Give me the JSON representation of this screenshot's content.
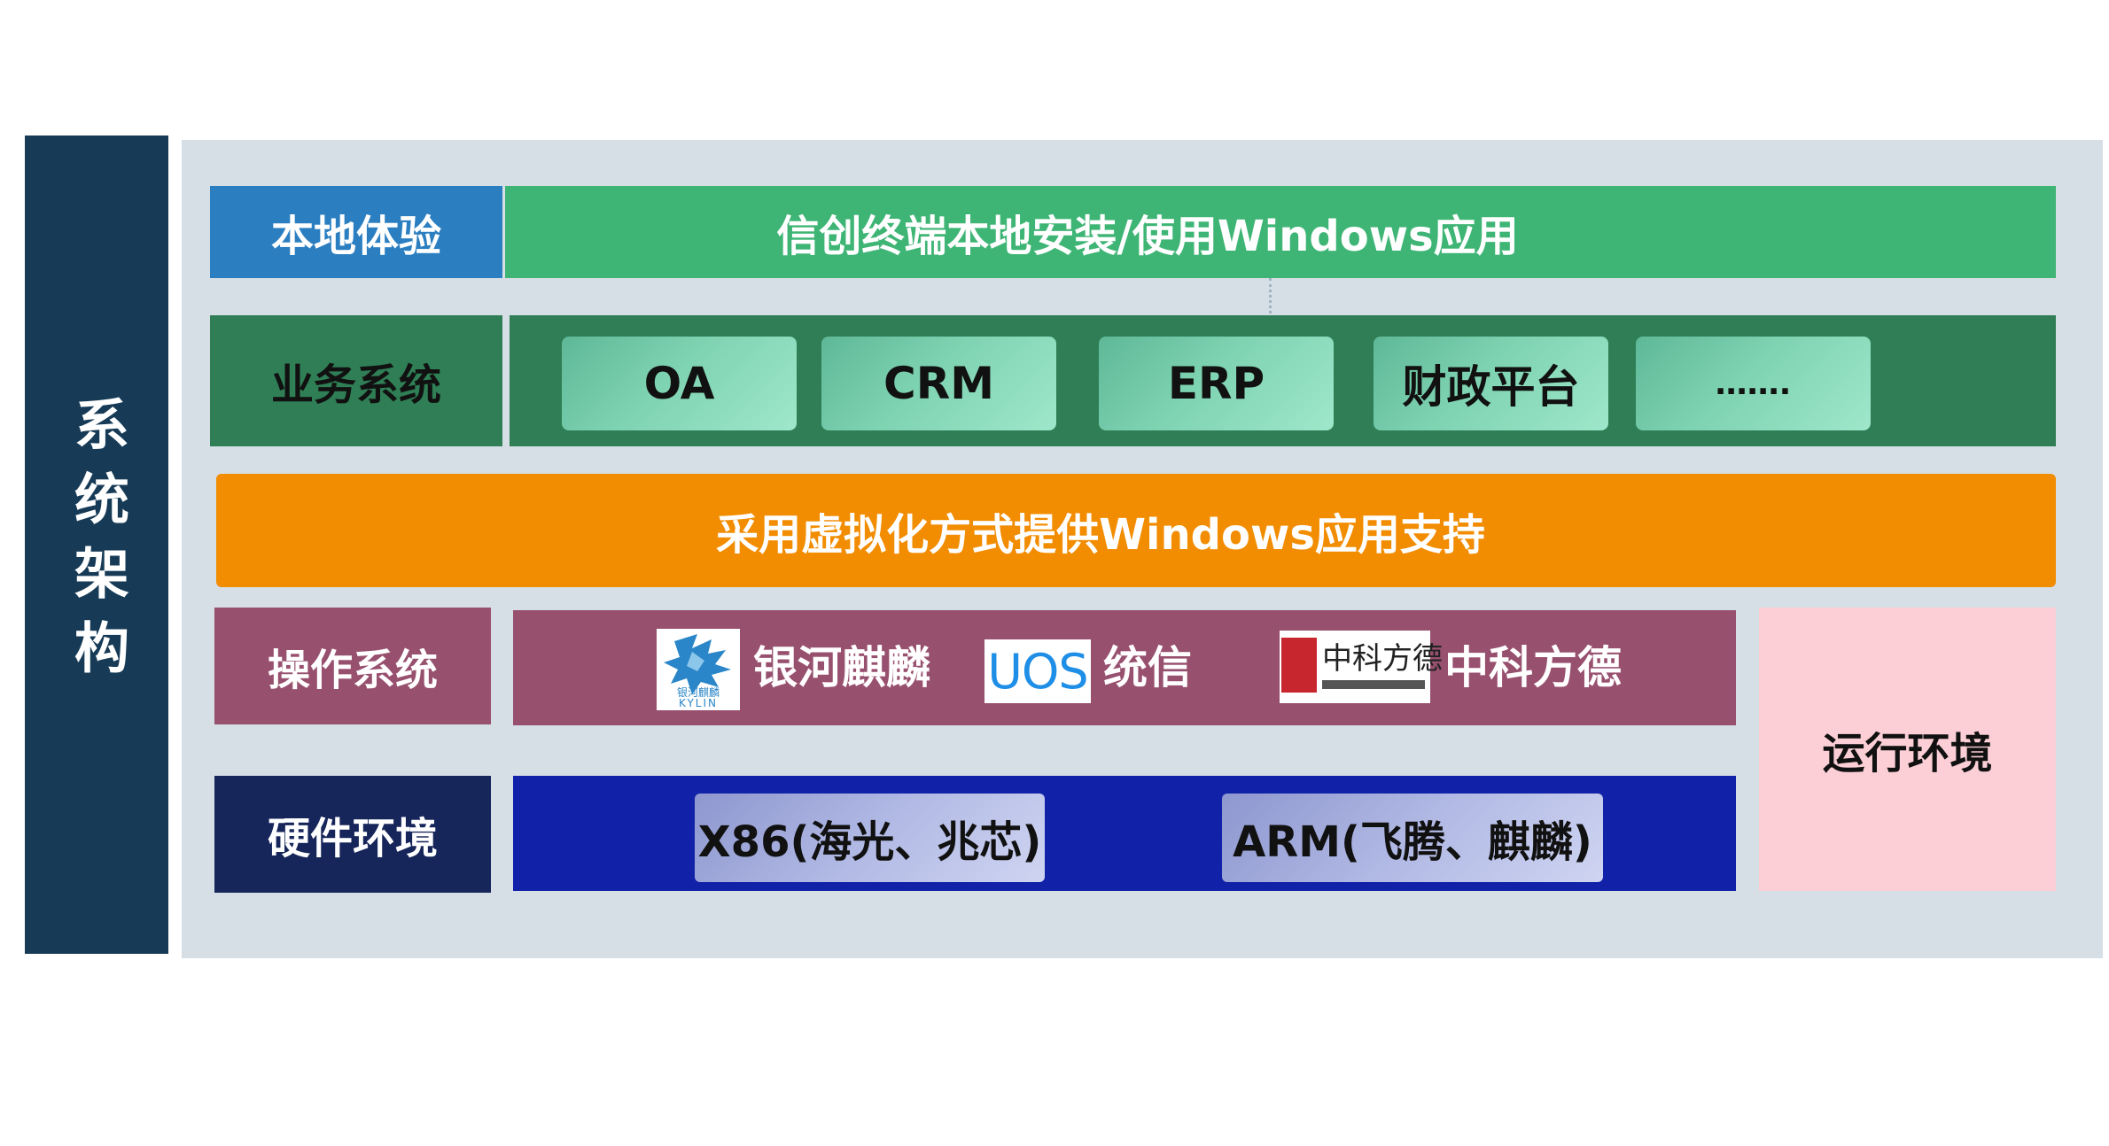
{
  "side_title": "系统架构",
  "rows": {
    "local": {
      "label": "本地体验",
      "banner": "信创终端本地安装/使用Windows应用"
    },
    "business": {
      "label": "业务系统",
      "items": [
        "OA",
        "CRM",
        "ERP",
        "财政平台",
        "……."
      ]
    },
    "virtualization": {
      "text": "采用虚拟化方式提供Windows应用支持"
    },
    "os": {
      "label": "操作系统",
      "vendors": [
        {
          "name": "银河麒麟",
          "logo_icon": "kylin-logo-icon",
          "logo_caption": "银河麒麟",
          "logo_caption_en": "KYLIN"
        },
        {
          "name": "统信",
          "logo_icon": "uos-logo-icon",
          "logo_text": "UOS"
        },
        {
          "name": "中科方德",
          "logo_icon": "zkfd-logo-icon",
          "logo_text": "中科方德"
        }
      ]
    },
    "hardware": {
      "label": "硬件环境",
      "items": [
        "X86(海光、兆芯)",
        "ARM(飞腾、麒麟)"
      ]
    },
    "runtime": {
      "label": "运行环境"
    }
  },
  "colors": {
    "side_bar": "#173b57",
    "panel": "#d6dee6",
    "local_label": "#2b7fc1",
    "local_banner": "#3eb575",
    "business": "#2f7e55",
    "virtualization": "#f28c00",
    "os": "#98506f",
    "hardware_label": "#16255a",
    "hardware_area": "#1122a8",
    "runtime": "#fbcfd5"
  }
}
